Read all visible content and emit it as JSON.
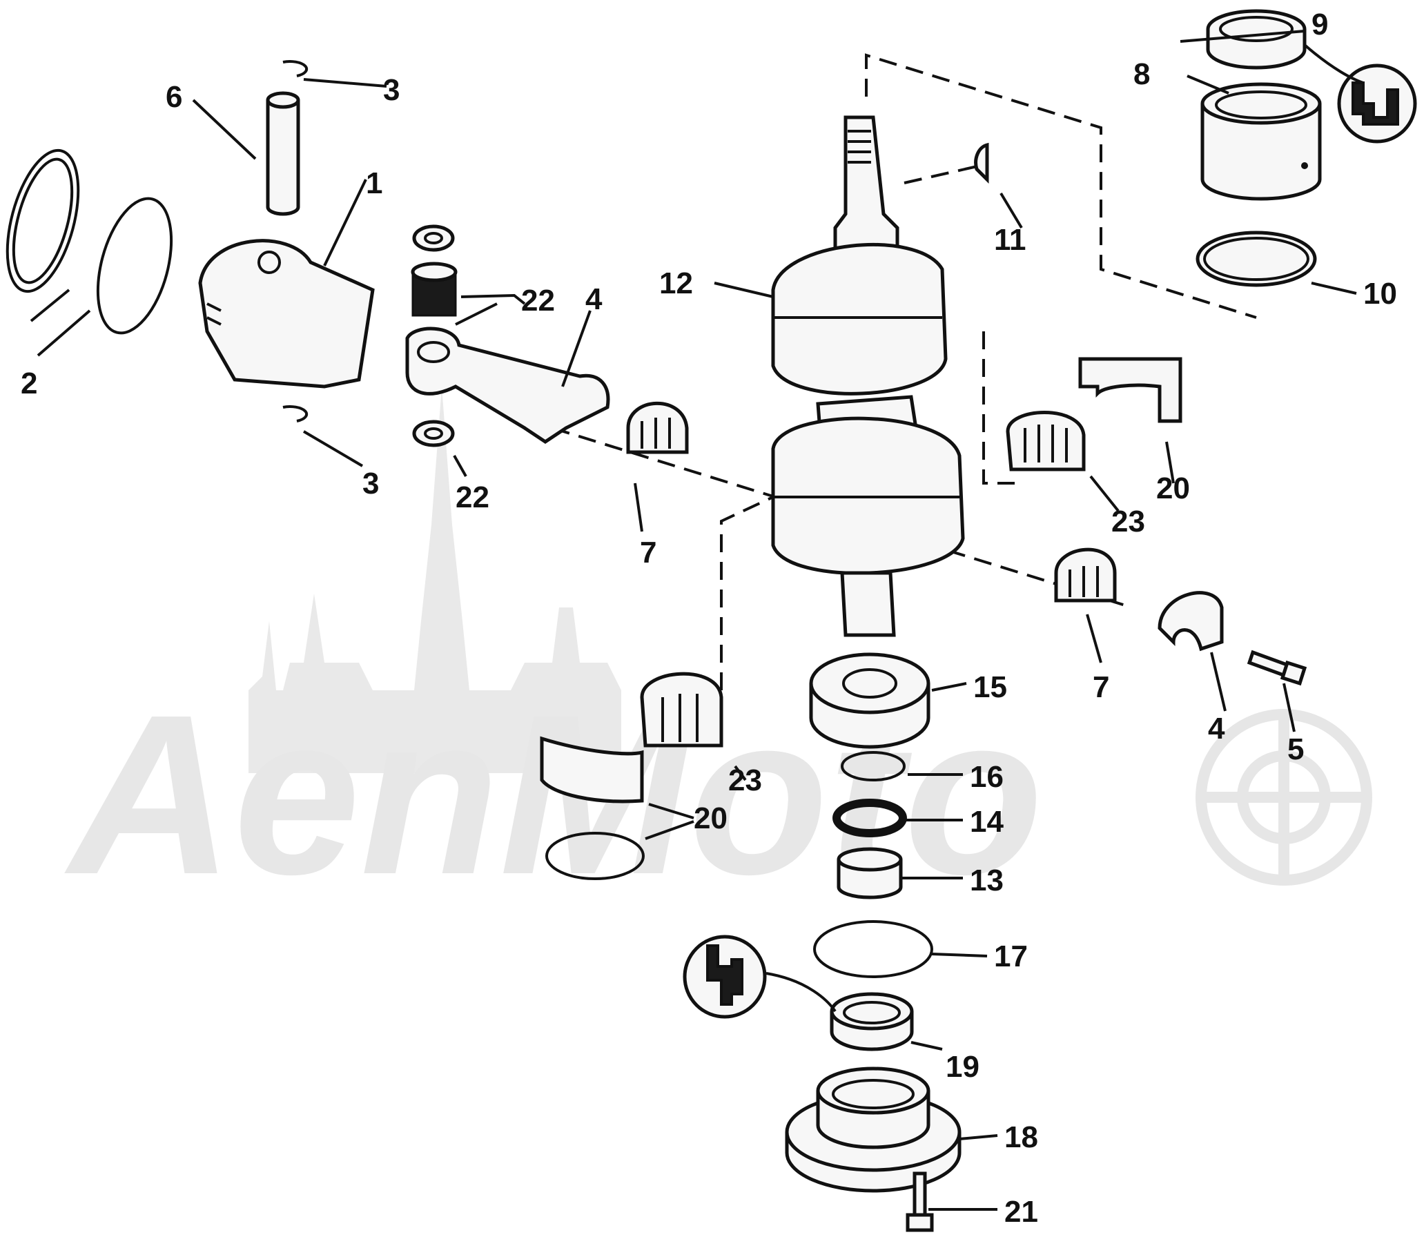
{
  "watermark": {
    "text": "AenMoto"
  },
  "callouts": {
    "c1": "1",
    "c2": "2",
    "c3a": "3",
    "c3b": "3",
    "c4a": "4",
    "c4b": "4",
    "c5": "5",
    "c6": "6",
    "c7a": "7",
    "c7b": "7",
    "c8": "8",
    "c9": "9",
    "c10": "10",
    "c11": "11",
    "c12": "12",
    "c13": "13",
    "c14": "14",
    "c15": "15",
    "c16": "16",
    "c17": "17",
    "c18": "18",
    "c19": "19",
    "c20a": "20",
    "c20b": "20",
    "c21": "21",
    "c22a": "22",
    "c22b": "22",
    "c23a": "23",
    "c23b": "23"
  },
  "icons": {
    "seal_detail_top": "seal-orientation-icon",
    "seal_detail_bottom": "seal-orientation-icon"
  },
  "colors": {
    "ink": "#111111",
    "paper": "#ffffff",
    "watermark": "#e9e9e9"
  }
}
